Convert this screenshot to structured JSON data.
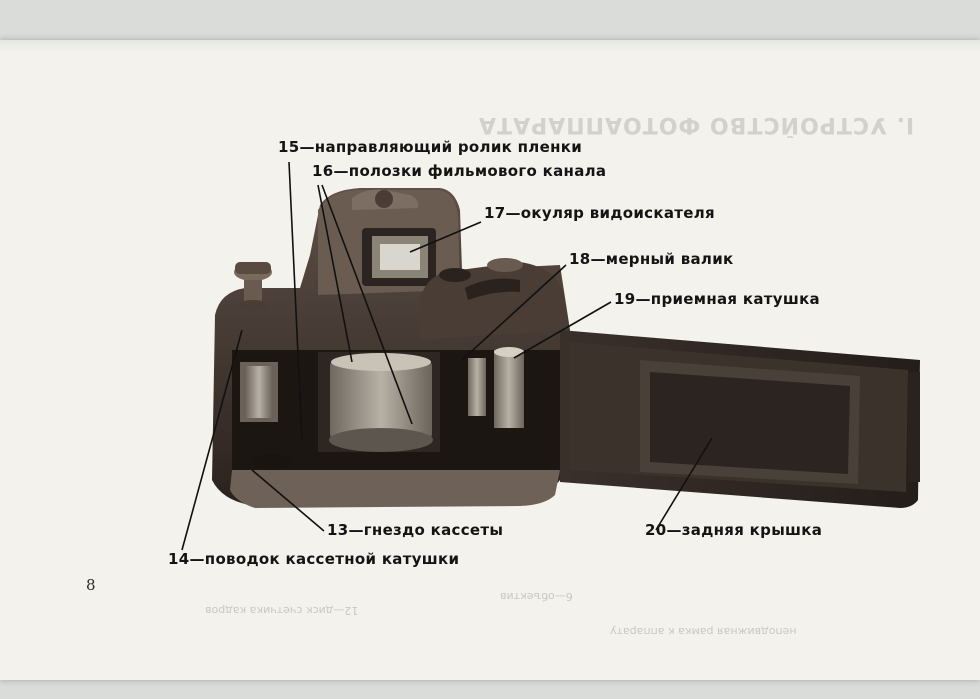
{
  "page_number": "8",
  "labels": {
    "l15": "15—направляющий  ролик пленки",
    "l16": "16—полозки фильмового канала",
    "l17": "17—окуляр видоискателя",
    "l18": "18—мерный валик",
    "l19": "19—приемная катушка",
    "l13": "13—гнездо кассеты",
    "l14": "14—поводок  кассетной катушки",
    "l20": "20—задняя крышка"
  },
  "bleed_through": {
    "title": "I. УСТРОЙСТВО ФОТОАППАРАТА",
    "line_objective": "6—объектив",
    "line_counter": "12—диск счетчика кадров",
    "line_frame": "неподвижная рамка к аппарату"
  },
  "colors": {
    "paper": "#f3f2ec",
    "ink": "#141414",
    "camera_body": "#3a2f28",
    "metal": "#9b9488"
  }
}
